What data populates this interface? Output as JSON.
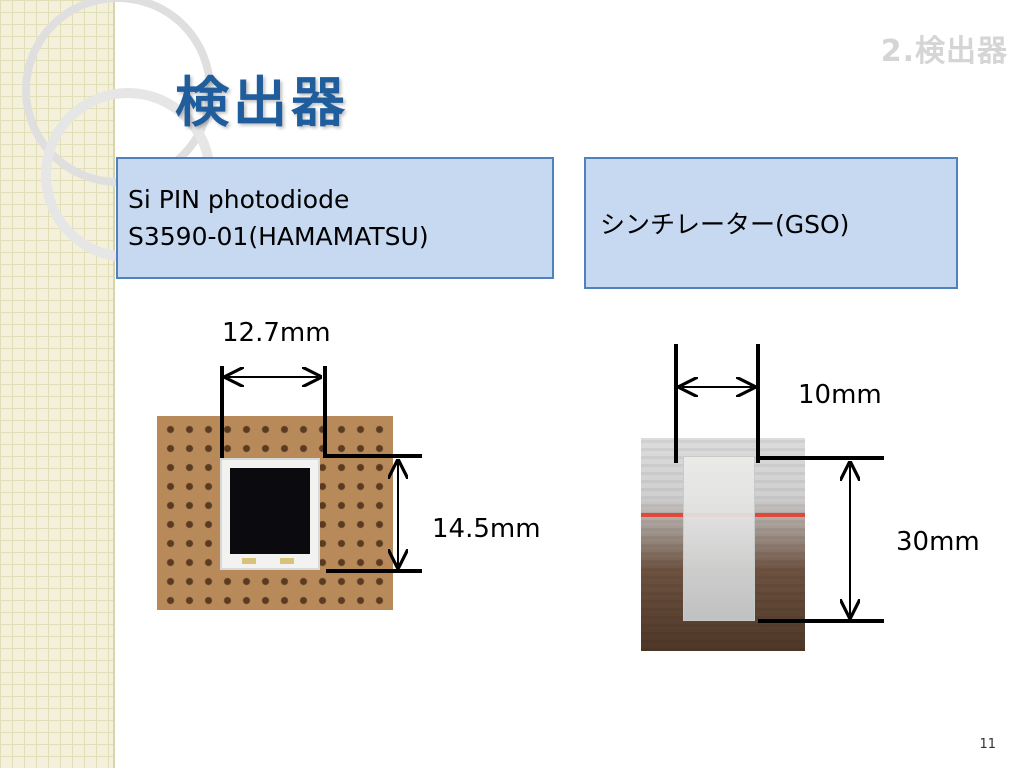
{
  "section_label": "2.検出器",
  "title": "検出器",
  "box1": {
    "line1": "Si PIN photodiode",
    "line2": "S3590-01(HAMAMATSU)"
  },
  "box2": {
    "text": "シンチレーター(GSO)"
  },
  "dims": {
    "photodiode_width": "12.7mm",
    "photodiode_height": "14.5mm",
    "gso_width": "10mm",
    "gso_height": "30mm"
  },
  "page_number": "11"
}
